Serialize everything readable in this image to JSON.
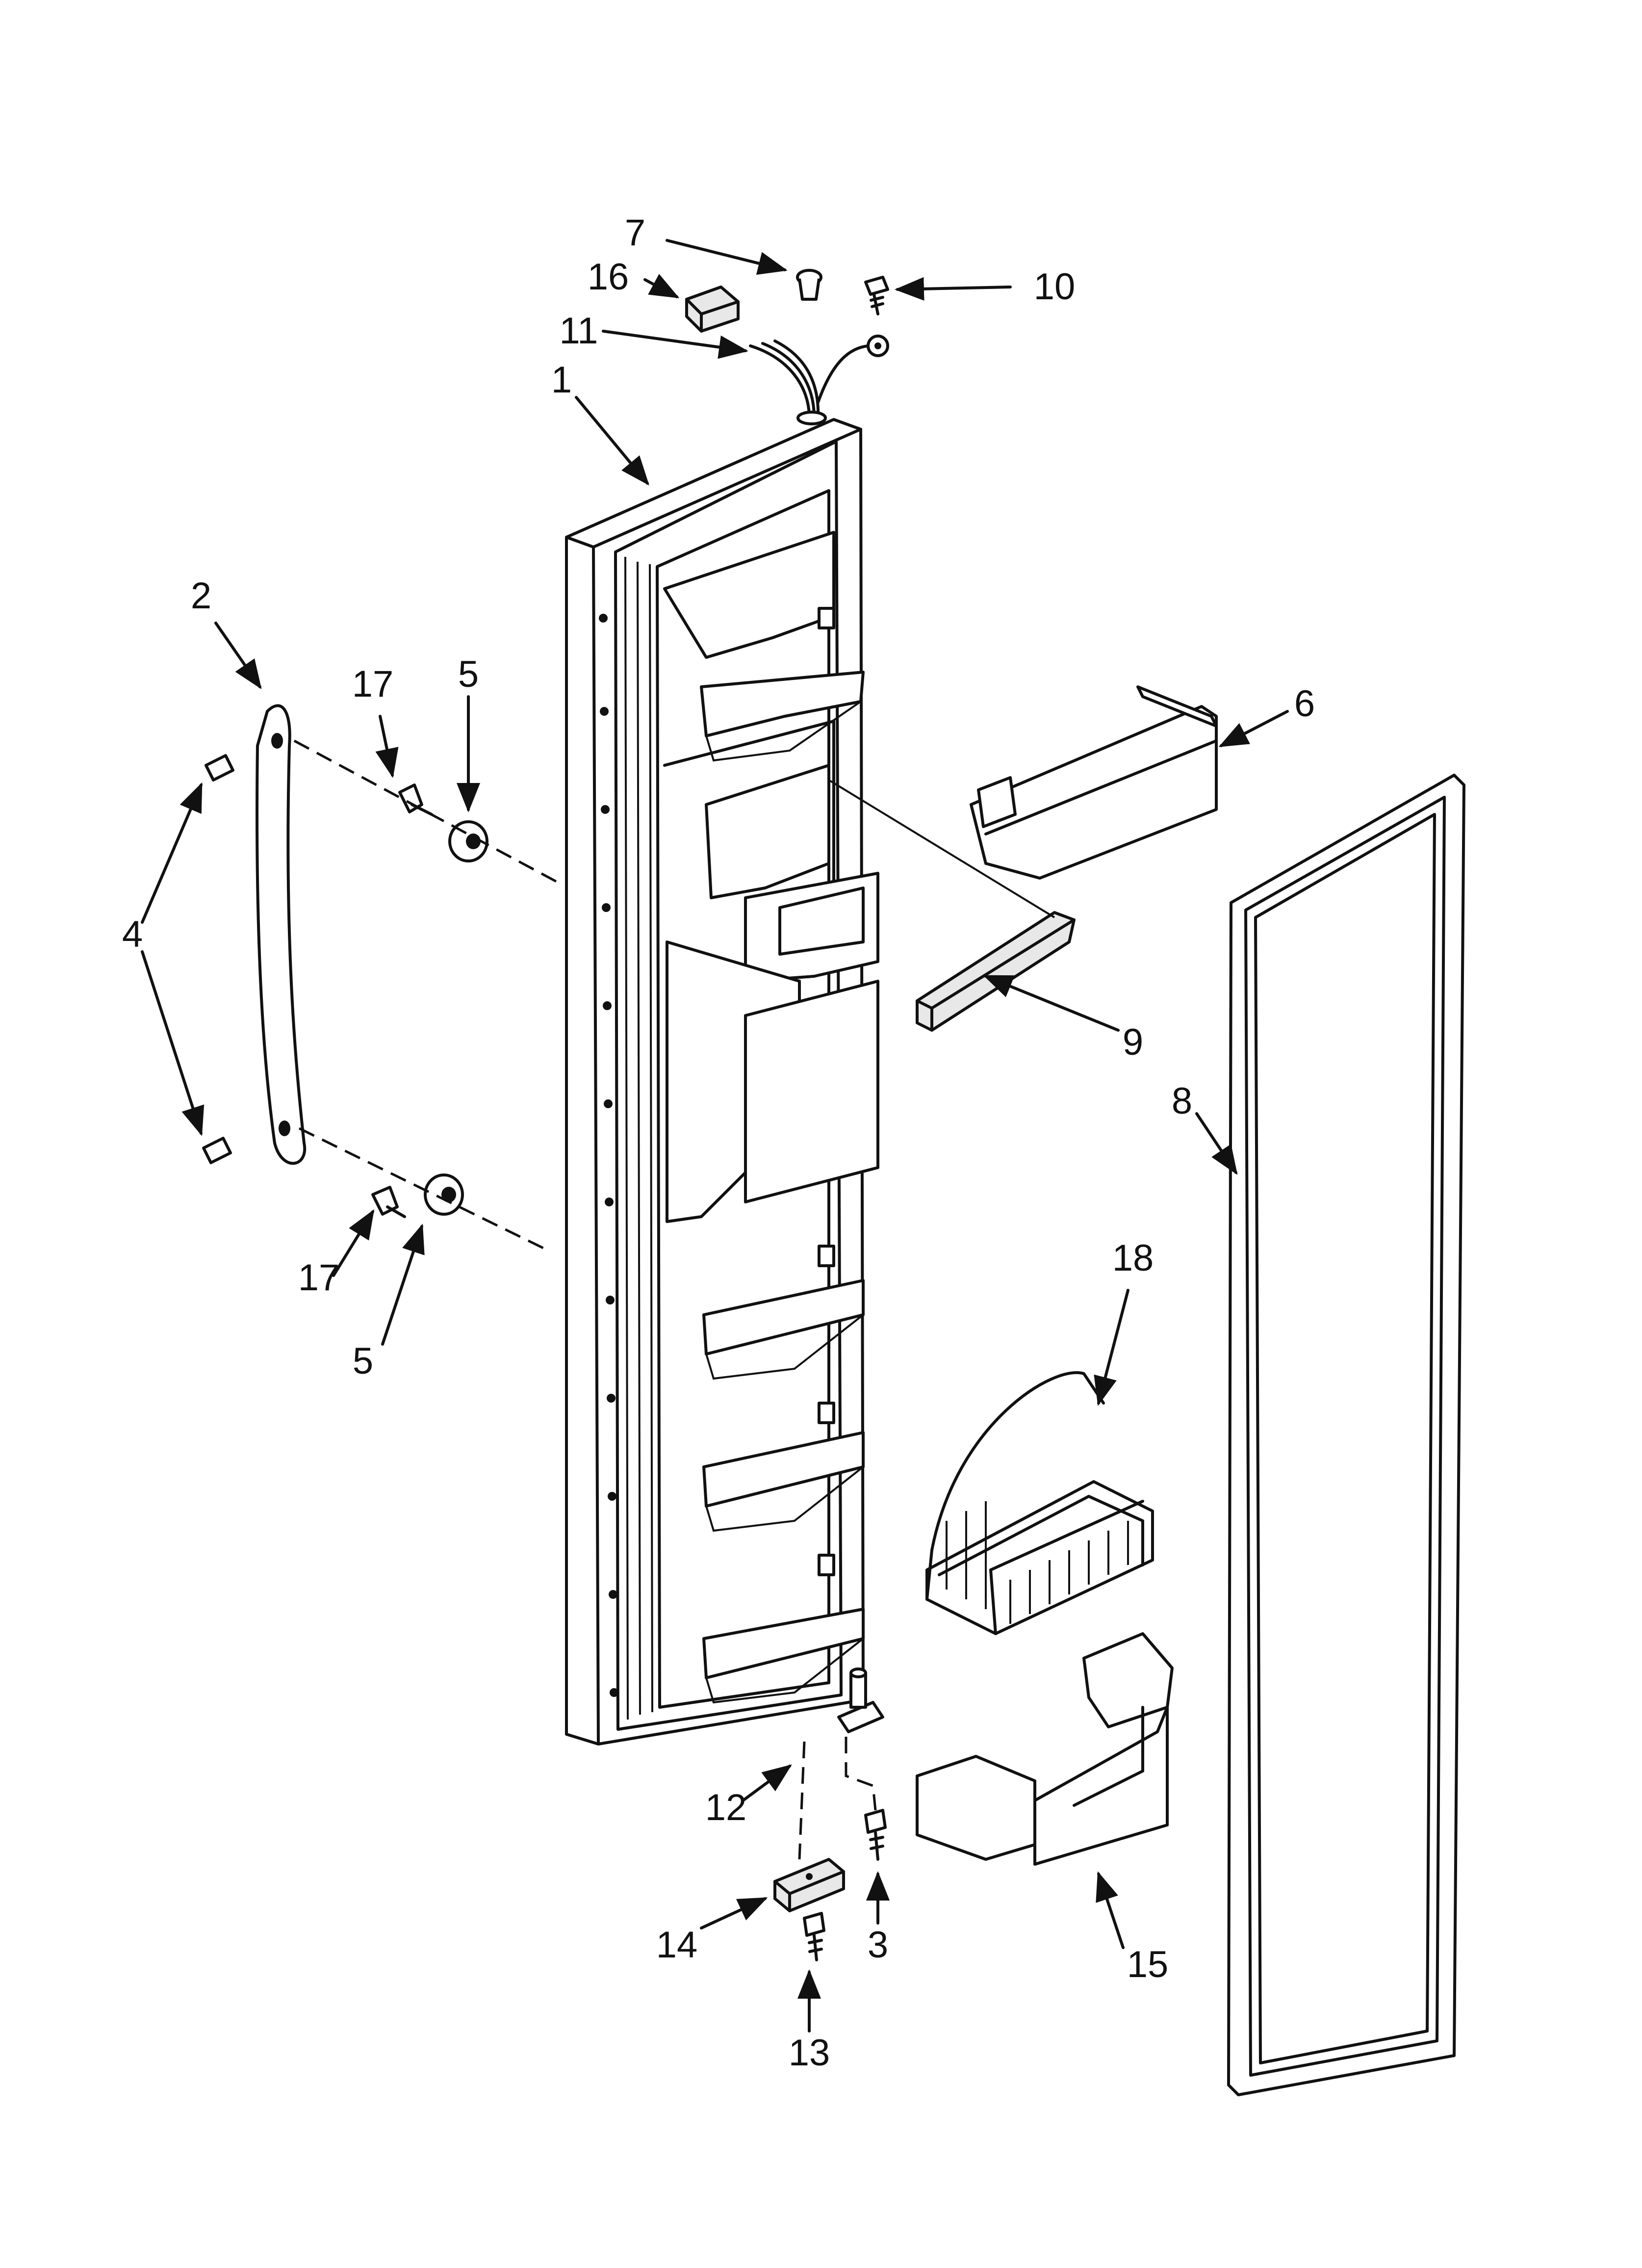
{
  "callouts": [
    {
      "id": "c7",
      "text": "7"
    },
    {
      "id": "c16",
      "text": "16"
    },
    {
      "id": "c10",
      "text": "10"
    },
    {
      "id": "c11",
      "text": "11"
    },
    {
      "id": "c1",
      "text": "1"
    },
    {
      "id": "c2",
      "text": "2"
    },
    {
      "id": "c17a",
      "text": "17"
    },
    {
      "id": "c5a",
      "text": "5"
    },
    {
      "id": "c6",
      "text": "6"
    },
    {
      "id": "c4",
      "text": "4"
    },
    {
      "id": "c9",
      "text": "9"
    },
    {
      "id": "c8",
      "text": "8"
    },
    {
      "id": "c17b",
      "text": "17"
    },
    {
      "id": "c5b",
      "text": "5"
    },
    {
      "id": "c18",
      "text": "18"
    },
    {
      "id": "c12",
      "text": "12"
    },
    {
      "id": "c14",
      "text": "14"
    },
    {
      "id": "c3",
      "text": "3"
    },
    {
      "id": "c15",
      "text": "15"
    },
    {
      "id": "c13",
      "text": "13"
    }
  ]
}
